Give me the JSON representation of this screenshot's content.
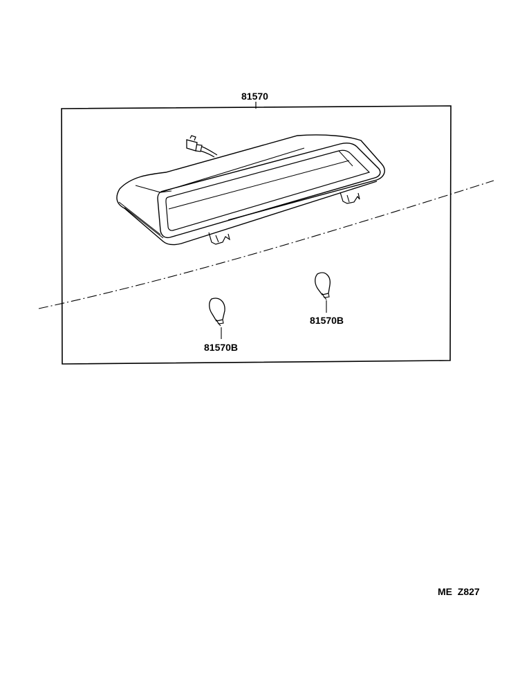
{
  "diagram": {
    "assembly_label": "81570",
    "bulb_left_label": "81570B",
    "bulb_right_label": "81570B",
    "figure_code": "ME  Z827"
  }
}
